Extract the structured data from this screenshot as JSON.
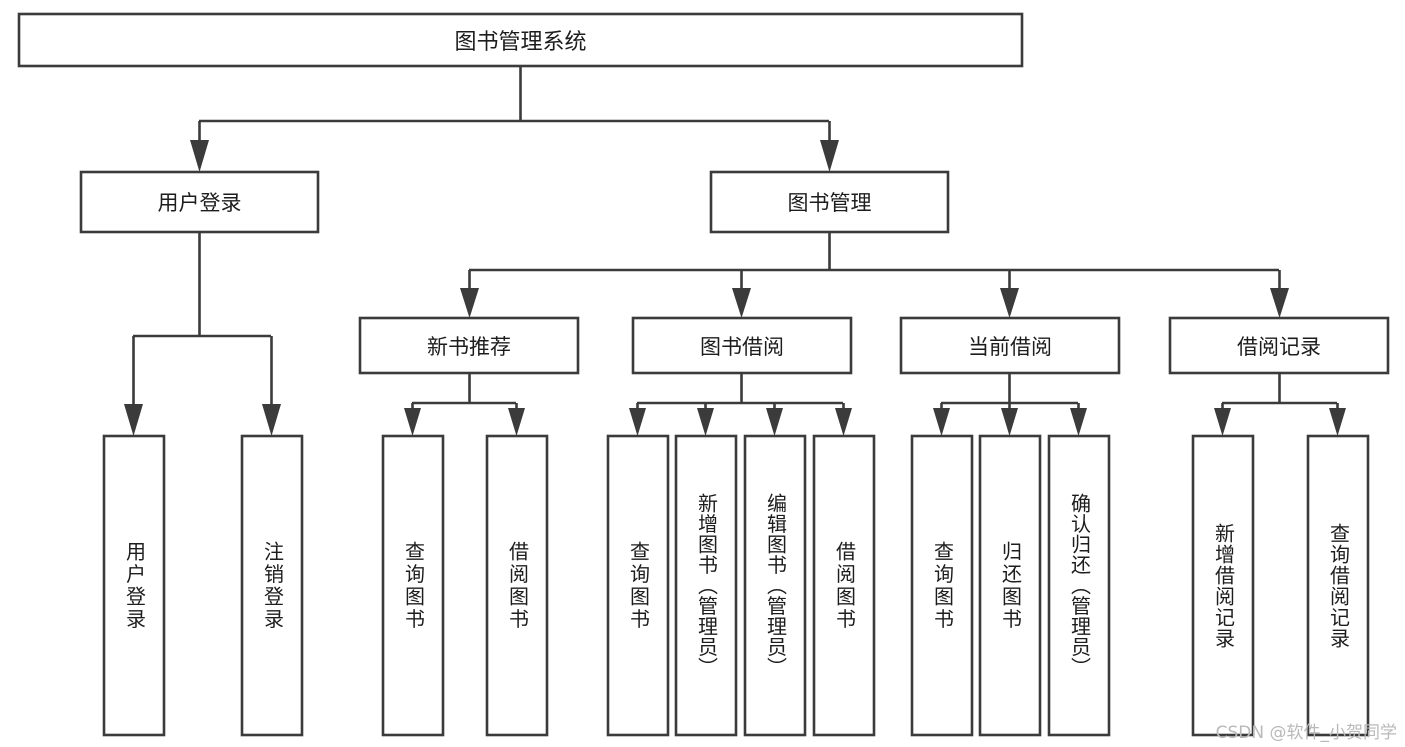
{
  "diagram": {
    "kind": "system-function-tree",
    "title_node": {
      "label": "图书管理系统"
    },
    "level2": [
      {
        "id": "user-login",
        "label": "用户登录"
      },
      {
        "id": "book-manage",
        "label": "图书管理"
      }
    ],
    "level3": [
      {
        "id": "new-book-rec",
        "label": "新书推荐"
      },
      {
        "id": "book-borrow",
        "label": "图书借阅"
      },
      {
        "id": "current-borrow",
        "label": "当前借阅"
      },
      {
        "id": "borrow-record",
        "label": "借阅记录"
      }
    ],
    "leaves": {
      "user_login": [
        {
          "id": "leaf-user-login",
          "label": "用户登录"
        },
        {
          "id": "leaf-logout-login",
          "label": "注销登录"
        }
      ],
      "new_book_rec": [
        {
          "id": "leaf-query-book-1",
          "label": "查询图书"
        },
        {
          "id": "leaf-borrow-book-1",
          "label": "借阅图书"
        }
      ],
      "book_borrow": [
        {
          "id": "leaf-query-book-2",
          "label": "查询图书"
        },
        {
          "id": "leaf-add-book",
          "label": "新增图书（管理员）"
        },
        {
          "id": "leaf-edit-book",
          "label": "编辑图书（管理员）"
        },
        {
          "id": "leaf-borrow-book-2",
          "label": "借阅图书"
        }
      ],
      "current_borrow": [
        {
          "id": "leaf-query-book-3",
          "label": "查询图书"
        },
        {
          "id": "leaf-return-book",
          "label": "归还图书"
        },
        {
          "id": "leaf-confirm-return",
          "label": "确认归还（管理员）"
        }
      ],
      "borrow_record": [
        {
          "id": "leaf-add-record",
          "label": "新增借阅记录"
        },
        {
          "id": "leaf-query-record",
          "label": "查询借阅记录"
        }
      ]
    }
  },
  "watermark": {
    "text": "CSDN @软件_小贺同学"
  },
  "colors": {
    "background": "#ffffff",
    "box_fill": "#ffffff",
    "box_stroke": "#3b3b3b",
    "text": "#1d1d1d",
    "watermark": "#b9b9b9"
  }
}
